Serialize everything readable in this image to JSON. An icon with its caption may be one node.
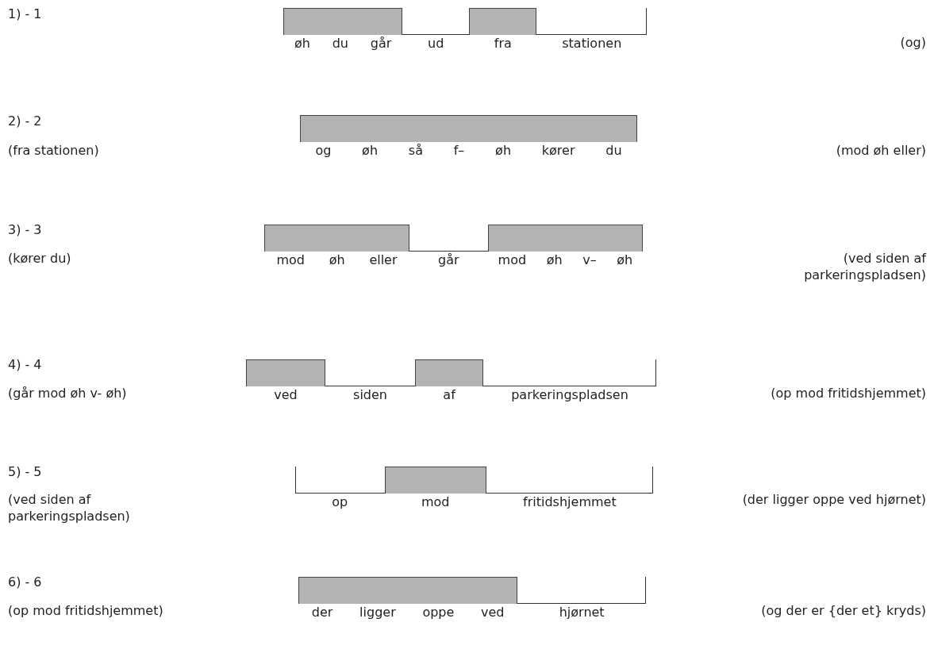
{
  "diagram": {
    "labels": [
      "1) - 1",
      "øh",
      "du",
      "går",
      "ud",
      "fra",
      "stationen",
      "(og)",
      "2) - 2",
      "(fra stationen)",
      "og",
      "øh",
      "så",
      "f–",
      "øh",
      "kører",
      "du",
      "(mod øh eller)",
      "3) - 3",
      "(kører du)",
      "mod",
      "øh",
      "eller",
      "går",
      "mod",
      "øh",
      "v–",
      "øh",
      "(ved siden af parkeringspladsen)",
      "4) - 4",
      "(går mod øh v- øh)",
      "ved",
      "siden",
      "af",
      "parkeringspladsen",
      "(op mod fritidshjemmet)",
      "5) - 5",
      "(ved siden af parkeringspladsen)",
      "op",
      "mod",
      "fritidshjemmet",
      "(der ligger oppe ved hjørnet)",
      "6) - 6",
      "(op mod fritidshjemmet)",
      "der",
      "ligger",
      "oppe",
      "ved",
      "hjørnet",
      "(og der er {der et} kryds)"
    ]
  }
}
